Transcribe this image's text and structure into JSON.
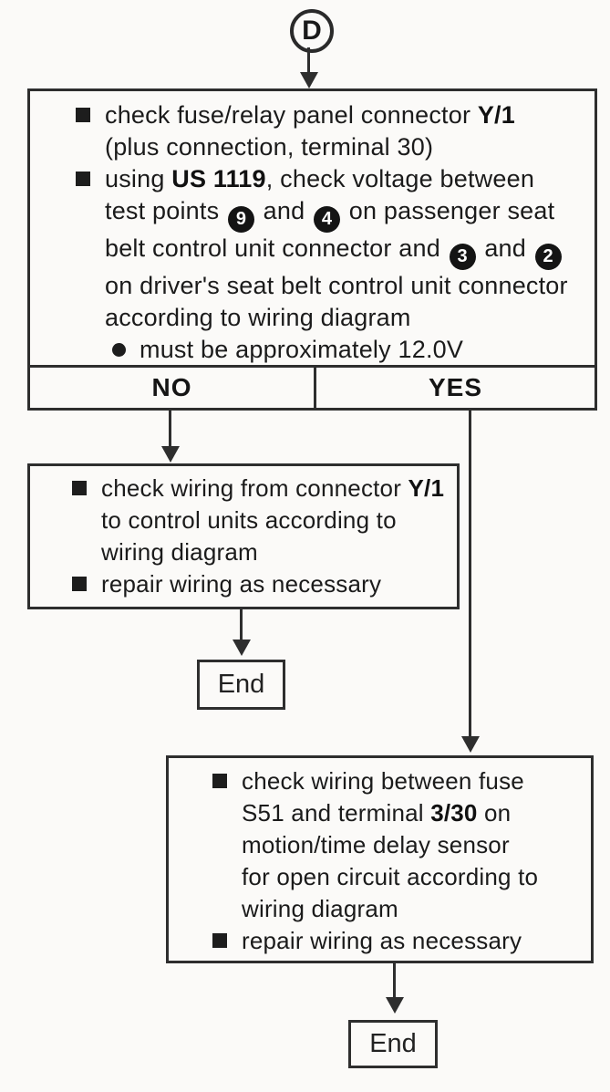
{
  "page": {
    "ink_color": "#2e2e2e",
    "background_color": "#fbfaf8"
  },
  "start_connector": {
    "label": "D"
  },
  "main_box": {
    "items": [
      {
        "segments": [
          {
            "t": "check fuse/relay panel connector "
          },
          {
            "t": "Y/1",
            "bold": true
          },
          {
            "t": " (plus connection, terminal 30)"
          }
        ]
      },
      {
        "segments": [
          {
            "t": "using "
          },
          {
            "t": "US 1119",
            "bold": true
          },
          {
            "t": ", check voltage between test points "
          },
          {
            "t": "9",
            "circle": true
          },
          {
            "t": " and "
          },
          {
            "t": "4",
            "circle": true
          },
          {
            "t": " on passenger seat belt control unit connector and "
          },
          {
            "t": "3",
            "circle": true
          },
          {
            "t": " and "
          },
          {
            "t": "2",
            "circle": true
          },
          {
            "t": " on driver's seat belt control unit connector according to wiring diagram"
          }
        ]
      }
    ],
    "note": {
      "segments": [
        {
          "t": "must be approximately 12.0V"
        }
      ]
    }
  },
  "decision_row": {
    "no_label": "NO",
    "yes_label": "YES"
  },
  "no_branch": {
    "box": {
      "items": [
        {
          "segments": [
            {
              "t": "check wiring from connector "
            },
            {
              "t": "Y/1",
              "bold": true
            },
            {
              "t": " to control units according to wiring diagram"
            }
          ]
        },
        {
          "segments": [
            {
              "t": "repair wiring as necessary"
            }
          ]
        }
      ]
    },
    "end_label": "End"
  },
  "yes_branch": {
    "box": {
      "items": [
        {
          "segments": [
            {
              "t": "check wiring between fuse S51 and terminal "
            },
            {
              "t": "3/30",
              "bold": true
            },
            {
              "t": " on motion/time delay sensor for open circuit according to wiring diagram"
            }
          ]
        },
        {
          "segments": [
            {
              "t": "repair wiring as necessary"
            }
          ]
        }
      ]
    },
    "end_label": "End"
  }
}
